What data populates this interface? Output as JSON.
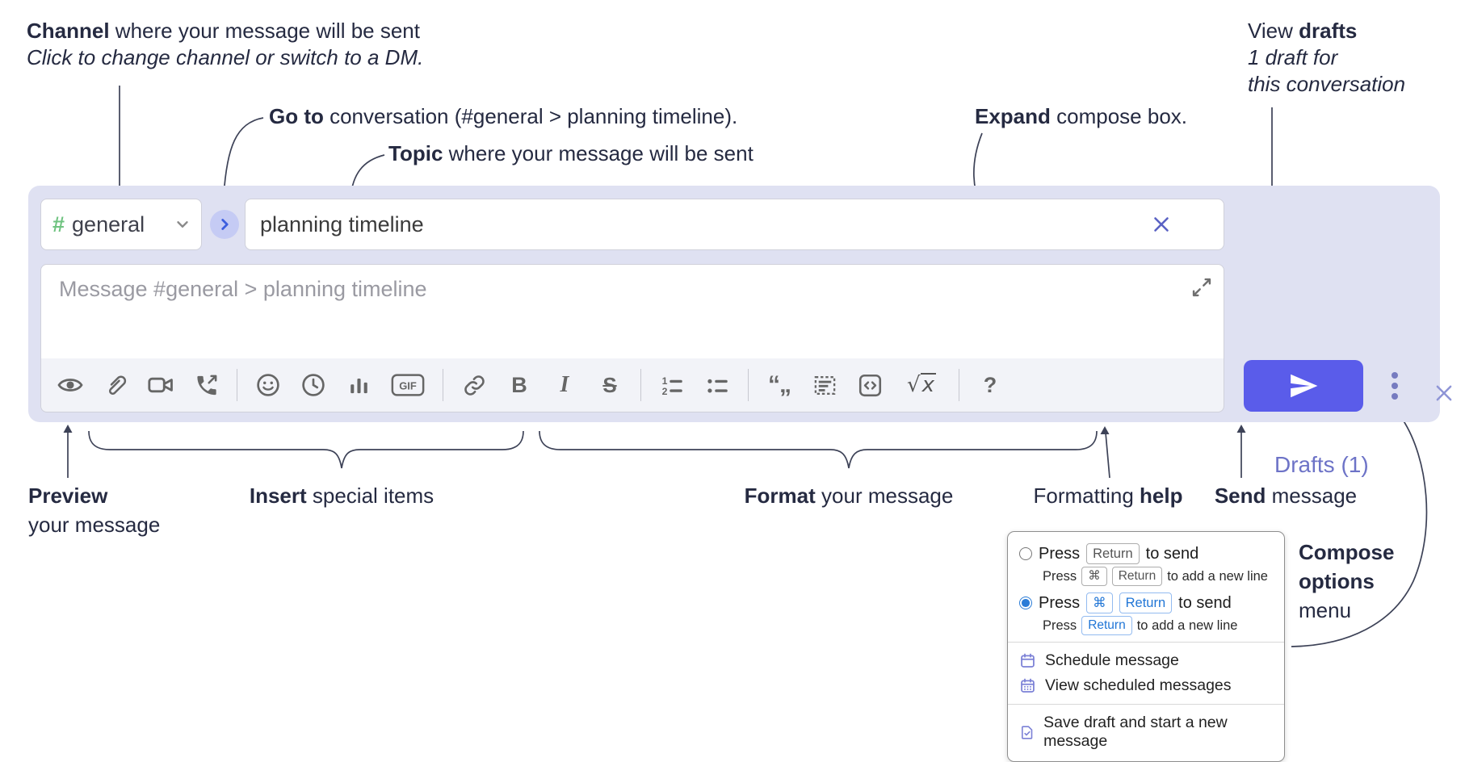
{
  "annotations": {
    "channel_line1_bold": "Channel",
    "channel_line1_rest": " where your message will be sent",
    "channel_line2": "Click to change channel or switch to a DM.",
    "goto_bold": "Go to",
    "goto_rest": " conversation (#general > planning timeline).",
    "topic_bold": "Topic",
    "topic_rest": " where your message will be sent",
    "expand_bold": "Expand",
    "expand_rest": " compose box.",
    "drafts_line1_pre": "View ",
    "drafts_line1_bold": "drafts",
    "drafts_line2": "1 draft for",
    "drafts_line3": "this conversation",
    "preview_bold": "Preview",
    "preview_line2": "your message",
    "insert_bold": "Insert",
    "insert_rest": " special items",
    "format_bold": "Format",
    "format_rest": " your message",
    "help_pre": "Formatting ",
    "help_bold": "help",
    "send_bold": "Send",
    "send_rest": " message",
    "options_line1": "Compose",
    "options_line2": "options",
    "options_line3": "menu"
  },
  "compose": {
    "channel_hash": "#",
    "channel_name": "general",
    "topic_value": "planning timeline",
    "message_placeholder": "Message #general > planning timeline",
    "drafts_label": "Drafts (1)"
  },
  "toolbar": {
    "icons": [
      "preview",
      "attach-file",
      "video-call",
      "voice-call",
      "emoji",
      "schedule",
      "poll",
      "gif",
      "link",
      "bold",
      "italic",
      "strikethrough",
      "numbered-list",
      "bulleted-list",
      "quote",
      "spoiler",
      "code",
      "math",
      "help"
    ],
    "glyph_bold": "B",
    "glyph_italic": "I",
    "glyph_strike": "S",
    "glyph_gif": "GIF",
    "glyph_quote": "“„",
    "glyph_math_root": "√",
    "glyph_math_x": "x",
    "glyph_help": "?"
  },
  "popup": {
    "opt1_pre": "Press",
    "opt1_key": "Return",
    "opt1_post": "to send",
    "opt1_sub_pre": "Press",
    "opt1_sub_key1": "⌘",
    "opt1_sub_key2": "Return",
    "opt1_sub_post": "to add a new line",
    "opt2_pre": "Press",
    "opt2_key1": "⌘",
    "opt2_key2": "Return",
    "opt2_post": "to send",
    "opt2_sub_pre": "Press",
    "opt2_sub_key": "Return",
    "opt2_sub_post": "to add a new line",
    "item_schedule": "Schedule message",
    "item_view_scheduled": "View scheduled messages",
    "item_save_draft": "Save draft and start a new message"
  },
  "colors": {
    "panel_lavender": "#dfe1f2",
    "accent_indigo": "#5a5cea",
    "link_purple": "#6d73c7",
    "hash_green": "#6fc380",
    "radio_blue": "#2b7cd7",
    "key_blue": "#2176d6",
    "menu_icon_purple": "#7b80d6",
    "annotation_ink": "#252a41"
  }
}
